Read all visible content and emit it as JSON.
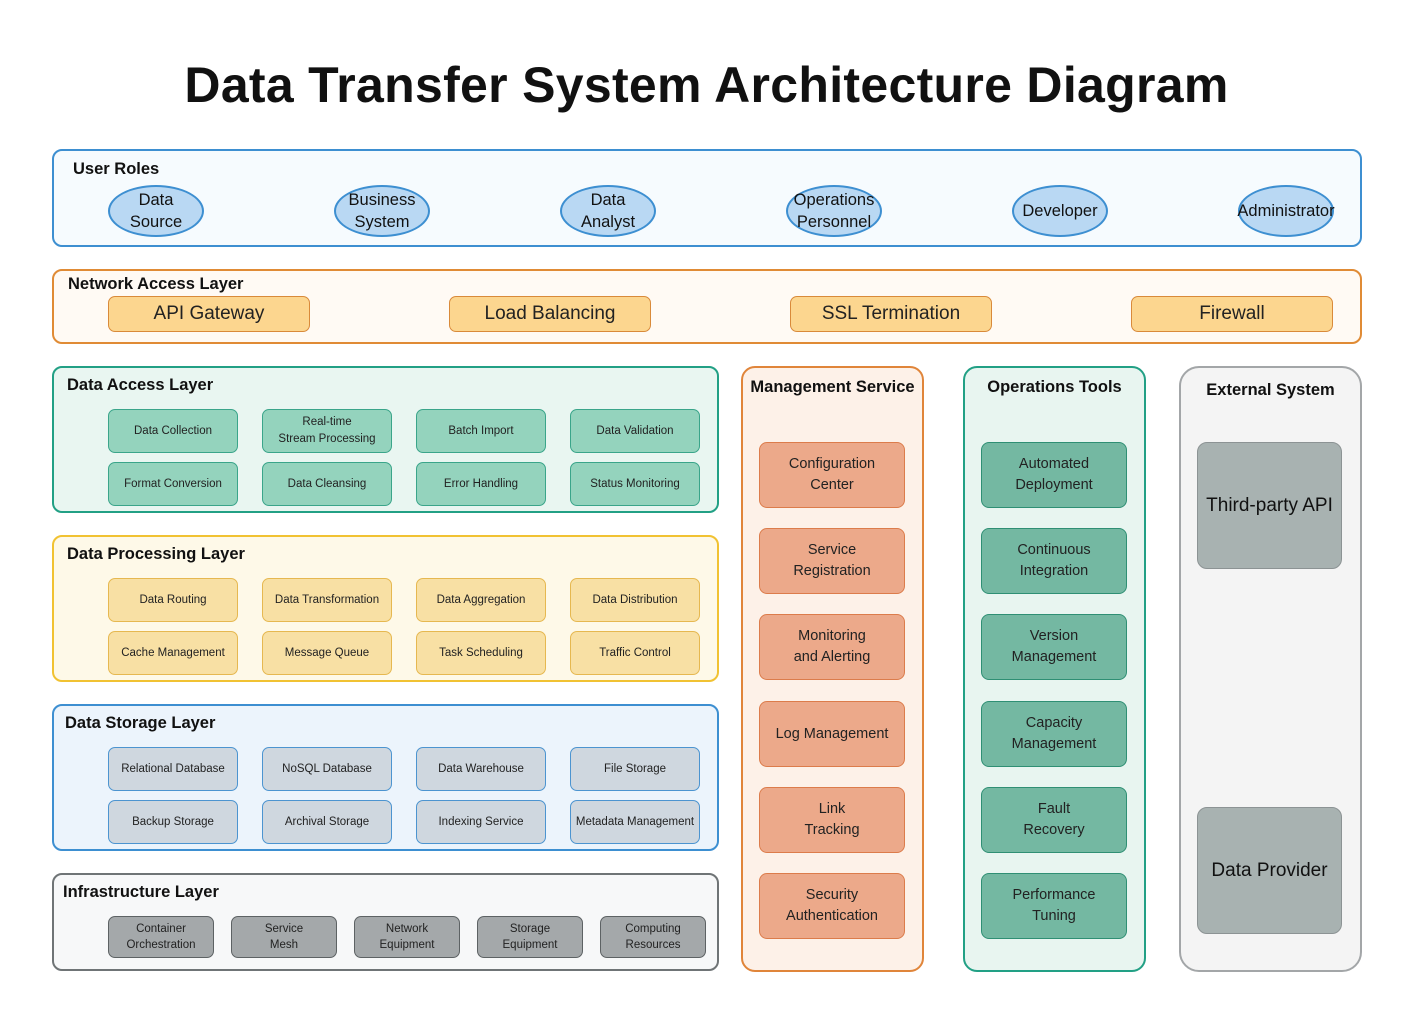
{
  "title": "Data Transfer System Architecture Diagram",
  "user_roles": {
    "title": "User Roles",
    "items": [
      "Data\nSource",
      "Business\nSystem",
      "Data\nAnalyst",
      "Operations\nPersonnel",
      "Developer",
      "Administrator"
    ]
  },
  "network_access": {
    "title": "Network Access Layer",
    "items": [
      "API Gateway",
      "Load Balancing",
      "SSL Termination",
      "Firewall"
    ]
  },
  "data_access": {
    "title": "Data Access Layer",
    "items": [
      "Data Collection",
      "Real-time\nStream Processing",
      "Batch Import",
      "Data Validation",
      "Format Conversion",
      "Data Cleansing",
      "Error Handling",
      "Status Monitoring"
    ]
  },
  "data_processing": {
    "title": "Data Processing Layer",
    "items": [
      "Data Routing",
      "Data Transformation",
      "Data Aggregation",
      "Data Distribution",
      "Cache Management",
      "Message Queue",
      "Task Scheduling",
      "Traffic Control"
    ]
  },
  "data_storage": {
    "title": "Data Storage Layer",
    "items": [
      "Relational Database",
      "NoSQL Database",
      "Data Warehouse",
      "File Storage",
      "Backup Storage",
      "Archival Storage",
      "Indexing Service",
      "Metadata Management"
    ]
  },
  "infrastructure": {
    "title": "Infrastructure Layer",
    "items": [
      "Container\nOrchestration",
      "Service\nMesh",
      "Network\nEquipment",
      "Storage\nEquipment",
      "Computing\nResources"
    ]
  },
  "management_service": {
    "title": "Management Service",
    "items": [
      "Configuration\nCenter",
      "Service\nRegistration",
      "Monitoring\nand Alerting",
      "Log Management",
      "Link\nTracking",
      "Security\nAuthentication"
    ]
  },
  "operations_tools": {
    "title": "Operations Tools",
    "items": [
      "Automated\nDeployment",
      "Continuous\nIntegration",
      "Version\nManagement",
      "Capacity\nManagement",
      "Fault\nRecovery",
      "Performance\nTuning"
    ]
  },
  "external_system": {
    "title": "External System",
    "items": [
      "Third-party API",
      "Data Provider"
    ]
  },
  "colors": {
    "blue_border": "#3d8fd1",
    "orange_border": "#e08b35",
    "teal_border": "#22a085",
    "yellow_border": "#f1c232",
    "gray_border": "#6f7476"
  }
}
